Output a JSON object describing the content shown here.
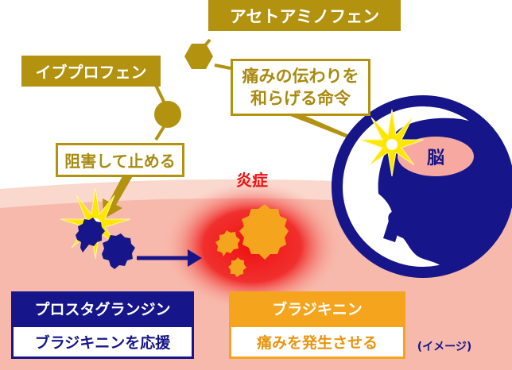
{
  "drugs": {
    "acetaminophen": {
      "name": "アセトアミノフェン",
      "action_line1": "痛みの伝わりを",
      "action_line2": "和らげる命令"
    },
    "ibuprofen": {
      "name": "イブプロフェン",
      "action": "阻害して止める"
    }
  },
  "brain_label": "脳",
  "inflammation_label": "炎症",
  "prostaglandin": {
    "name": "プロスタグランジン",
    "role": "ブラジキニンを応援"
  },
  "bradykinin": {
    "name": "ブラジキニン",
    "role": "痛みを発生させる"
  },
  "image_note": "(イメージ)",
  "colors": {
    "gold": "#b39210",
    "navy": "#16168a",
    "orange": "#f5a51d",
    "skin": "#f7b9ab",
    "inflammation_red": "#ee1111",
    "brain_pink": "#f7a8a0",
    "flash_yellow": "#ffe600"
  }
}
